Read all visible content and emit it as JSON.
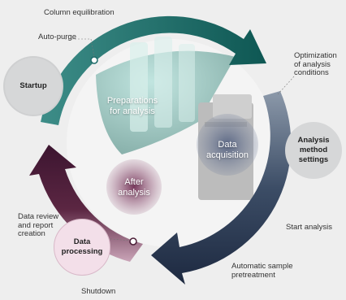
{
  "labels": {
    "column_equilibration": "Column equilibration",
    "auto_purge": "Auto-purge",
    "optimization": "Optimization\nof analysis\nconditions",
    "start_analysis": "Start analysis",
    "automatic_pretreatment": "Automatic sample\npretreatment",
    "shutdown": "Shutdown",
    "data_review": "Data review\nand report\ncreation"
  },
  "nodes": {
    "startup": "Startup",
    "analysis_method_settings": "Analysis\nmethod\nsettings",
    "data_processing": "Data\nprocessing"
  },
  "phases": {
    "preparations": "Preparations\nfor analysis",
    "data_acquisition": "Data\nacquisition",
    "after_analysis": "After\nanalysis"
  },
  "colors": {
    "teal_arrow": "#1d6b69",
    "navy_arrow": "#23324a",
    "plum_arrow": "#4a1d36",
    "node_fill": "#d9dadb",
    "data_processing_fill": "#f3dfe9"
  }
}
